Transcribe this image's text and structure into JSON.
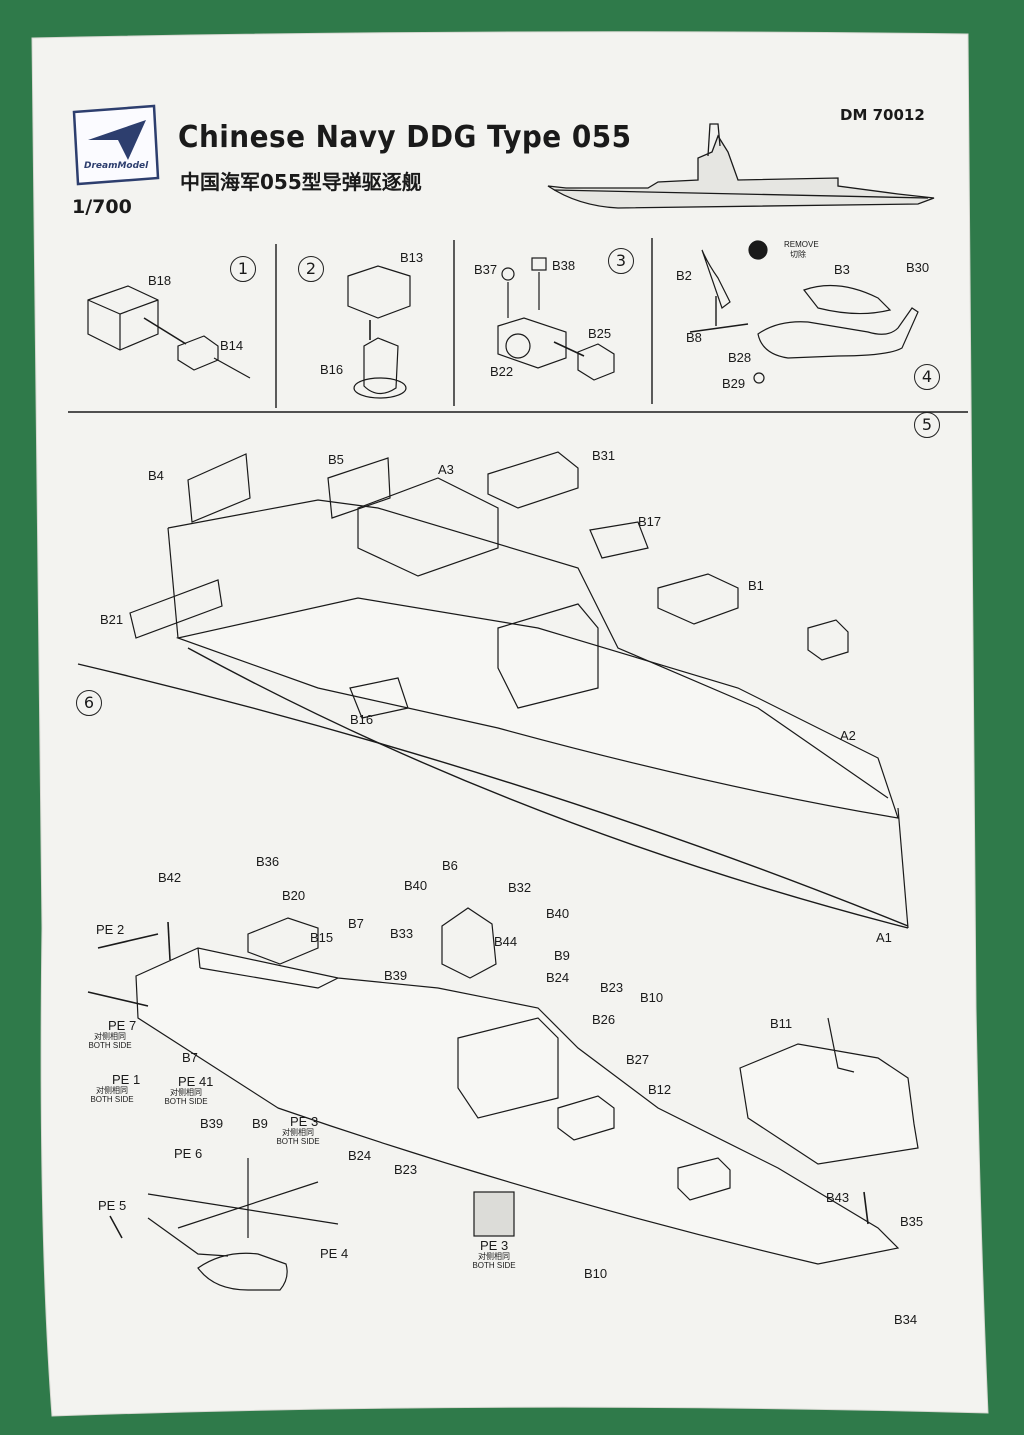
{
  "header": {
    "brand_logo_text": "DreamModel",
    "title": "Chinese Navy DDG Type 055",
    "title_cn": "中国海军055型导弹驱逐舰",
    "scale": "1/700",
    "product_code": "DM 70012"
  },
  "steps": [
    "1",
    "2",
    "3",
    "4",
    "5",
    "6"
  ],
  "step1": {
    "parts": [
      "B18",
      "B14"
    ]
  },
  "step2": {
    "parts": [
      "B13",
      "B16"
    ]
  },
  "step3": {
    "parts": [
      "B37",
      "B38",
      "B25",
      "B22"
    ]
  },
  "step4": {
    "parts": [
      "B2",
      "B3",
      "B30",
      "B8",
      "B28",
      "B29"
    ],
    "remove_label": "REMOVE",
    "remove_cn": "切除"
  },
  "step5": {
    "parts": [
      "B4",
      "B5",
      "A3",
      "B31",
      "B17",
      "B1",
      "B21",
      "B16",
      "A2",
      "A1"
    ]
  },
  "step6": {
    "parts": [
      "B36",
      "B42",
      "B20",
      "B6",
      "B40",
      "B32",
      "B40",
      "B7",
      "B33",
      "B44",
      "B15",
      "B9",
      "B39",
      "B24",
      "B23",
      "B10",
      "B26",
      "B11",
      "B27",
      "B7",
      "B12",
      "B39",
      "B9",
      "B24",
      "B23",
      "B43",
      "B35",
      "B10",
      "B34"
    ],
    "pe_labels": [
      "PE 2",
      "PE 7",
      "PE 1",
      "PE 41",
      "PE 3",
      "PE 6",
      "PE 5",
      "PE 4",
      "PE 3"
    ],
    "both_side_cn": "对侧相同",
    "both_side": "BOTH SIDE"
  },
  "colors": {
    "background": "#2f7a4a",
    "paper": "#f3f3f0",
    "ink": "#1a1a1a",
    "logo": "#2d3e6e"
  }
}
